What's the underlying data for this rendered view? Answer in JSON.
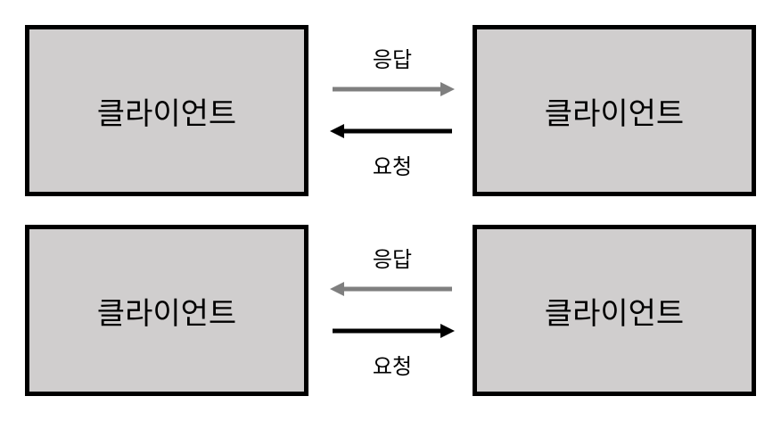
{
  "top_diagram": {
    "left_box": "클라이언트",
    "right_box": "클라이언트",
    "upper_label": "응답",
    "lower_label": "요청",
    "upper_arrow": {
      "direction": "left-to-right",
      "color": "#7f7f7f"
    },
    "lower_arrow": {
      "direction": "right-to-left",
      "color": "#000000"
    }
  },
  "bottom_diagram": {
    "left_box": "클라이언트",
    "right_box": "클라이언트",
    "upper_label": "응답",
    "lower_label": "요청",
    "upper_arrow": {
      "direction": "right-to-left",
      "color": "#7f7f7f"
    },
    "lower_arrow": {
      "direction": "left-to-right",
      "color": "#000000"
    }
  }
}
